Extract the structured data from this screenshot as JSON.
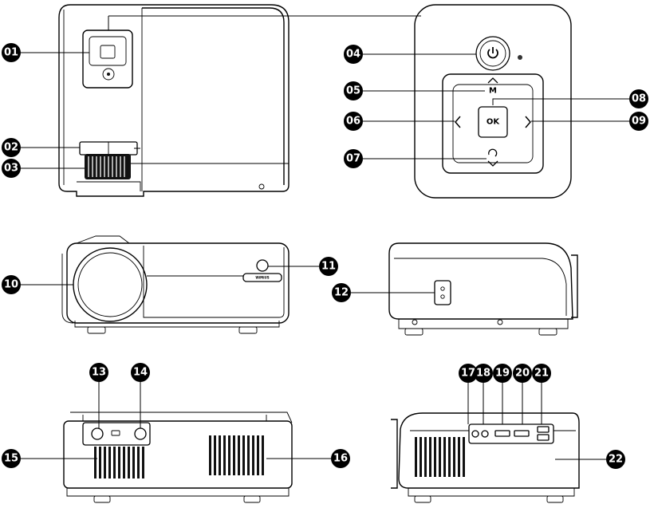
{
  "callouts": [
    "01",
    "02",
    "03",
    "04",
    "05",
    "06",
    "07",
    "08",
    "09",
    "10",
    "11",
    "12",
    "13",
    "14",
    "15",
    "16",
    "17",
    "18",
    "19",
    "20",
    "21",
    "22"
  ],
  "panel": {
    "ok_label": "OK",
    "menu_label": "M"
  },
  "front": {
    "badge_text": "WiMiUS"
  }
}
